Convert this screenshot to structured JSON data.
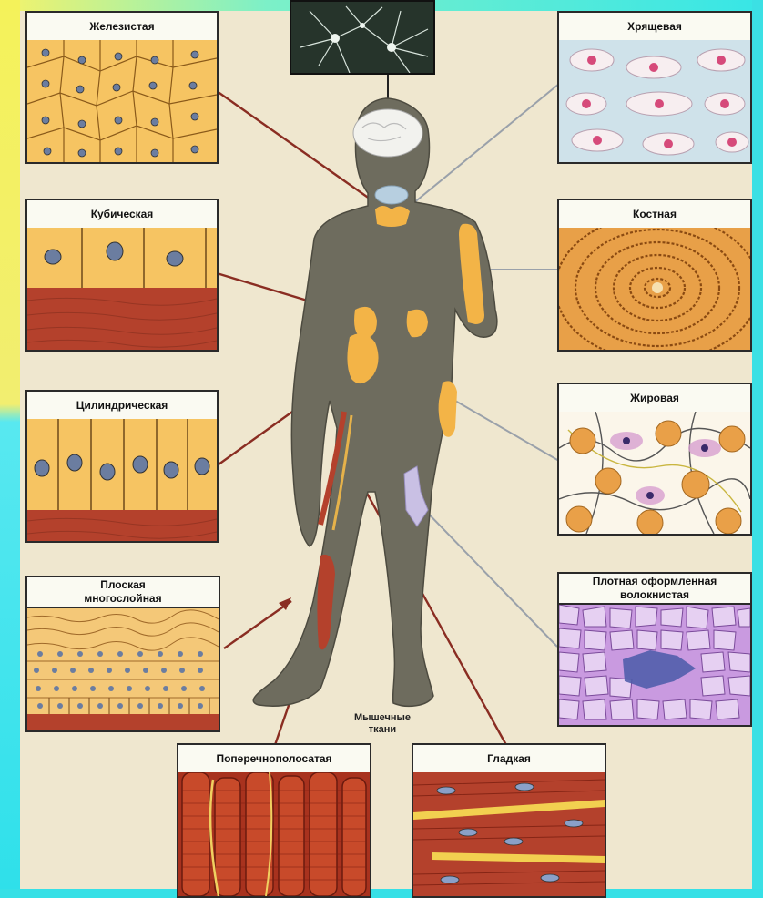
{
  "tissues": {
    "glandular": "Железистая",
    "cuboidal": "Кубическая",
    "columnar": "Цилиндрическая",
    "squamous_l1": "Плоская",
    "squamous_l2": "многослойная",
    "cartilage": "Хрящевая",
    "bone": "Костная",
    "adipose": "Жировая",
    "dense_l1": "Плотная оформленная",
    "dense_l2": "волокнистая",
    "striated": "Поперечнополосатая",
    "smooth": "Гладкая"
  },
  "muscle_caption_l1": "Мышечные",
  "muscle_caption_l2": "ткани",
  "colors": {
    "body": "#6e6c5e",
    "highlight": "#f3b447",
    "muscle": "#b4412c",
    "cartilage_bg": "#cfe2ea",
    "background": "#efe7cf"
  }
}
